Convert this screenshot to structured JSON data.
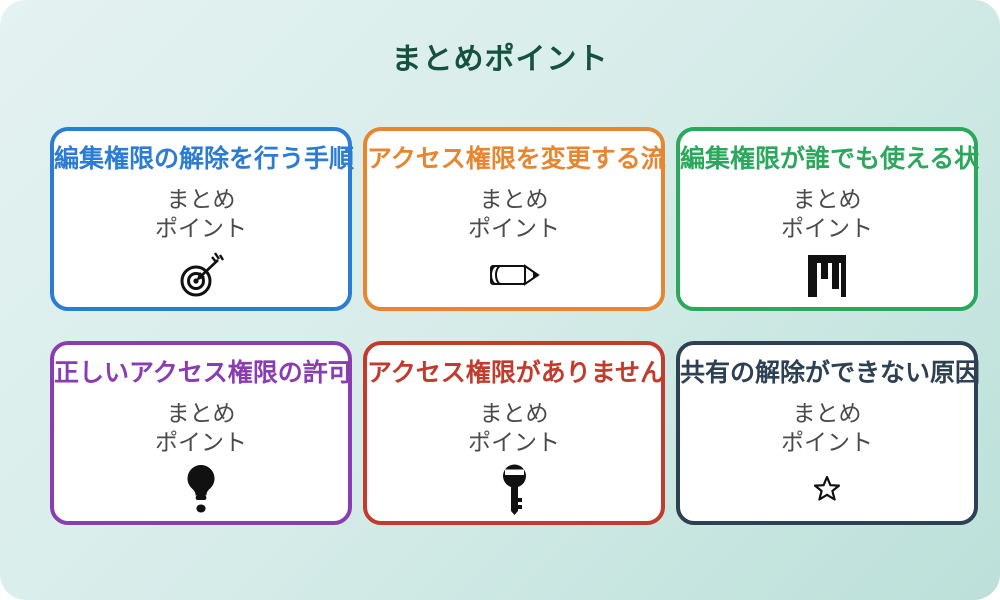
{
  "page": {
    "title": "まとめポイント",
    "title_color": "#15523e",
    "background_top": "#e4f2f1",
    "background_bottom": "#bce0d9"
  },
  "card_sub": {
    "line1": "まとめ",
    "line2": "ポイント"
  },
  "cards": [
    {
      "title": "編集権限の解除を行う手順",
      "accent": "#2b7cd3",
      "icon": "target-icon"
    },
    {
      "title": "アクセス権限を変更する流",
      "accent": "#e8862f",
      "icon": "pencil-icon"
    },
    {
      "title": "編集権限が誰でも使える状",
      "accent": "#2ba85c",
      "icon": "bar-chart-icon"
    },
    {
      "title": "正しいアクセス権限の許可",
      "accent": "#8a3db3",
      "icon": "lightbulb-icon"
    },
    {
      "title": "アクセス権限がありません",
      "accent": "#c23b2c",
      "icon": "key-icon"
    },
    {
      "title": "共有の解除ができない原因",
      "accent": "#2e4154",
      "icon": "star-icon"
    }
  ]
}
